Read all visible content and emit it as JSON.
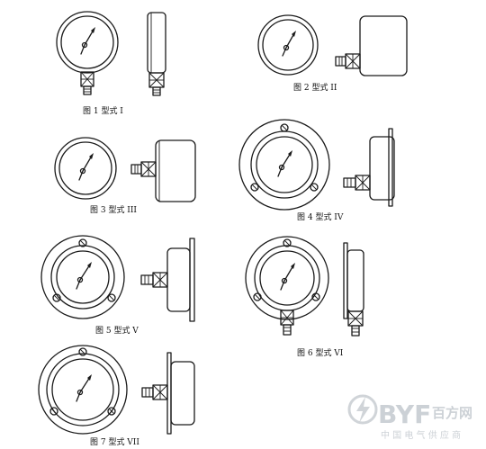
{
  "captions": {
    "fig1": "图 1  型式 I",
    "fig2": "图 2  型式 II",
    "fig3": "图 3  型式 III",
    "fig4": "图 4  型式 IV",
    "fig5": "图 5  型式 V",
    "fig6": "图 6  型式 VI",
    "fig7": "图 7  型式 VII"
  },
  "watermark": {
    "brand": "BYF",
    "brand_cn": "百方网",
    "tagline": "中 国 电 气 供 应 商",
    "brand_color": "#c4c9cf"
  },
  "colors": {
    "ink": "#1a1a1a",
    "background": "#ffffff"
  }
}
